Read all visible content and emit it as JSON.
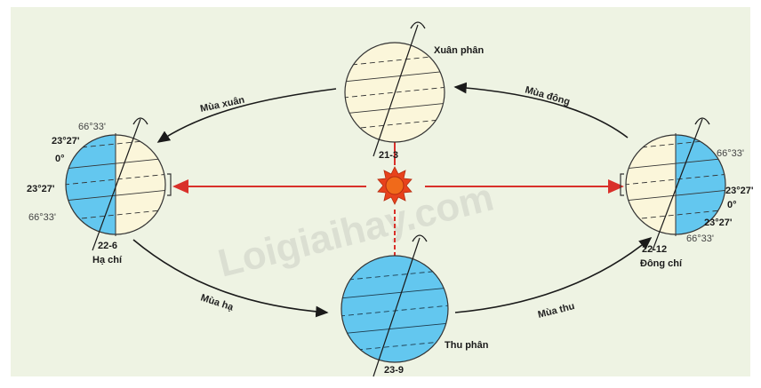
{
  "watermark": "Loigiaihay.com",
  "sun_icon": "sun-icon",
  "equinox_spring": {
    "name": "Xuân phân",
    "date": "21-3"
  },
  "equinox_autumn": {
    "name": "Thu phân",
    "date": "23-9"
  },
  "solstice_summer": {
    "name": "Hạ chí",
    "date": "22-6"
  },
  "solstice_winter": {
    "name": "Đông chí",
    "date": "22-12"
  },
  "seasons": {
    "spring": "Mùa xuân",
    "summer": "Mùa hạ",
    "autumn": "Mùa thu",
    "winter": "Mùa đông"
  },
  "latitudes": {
    "arctic": "66°33'",
    "tropic_n": "23°27'",
    "equator": "0°",
    "tropic_s": "23°27'",
    "antarctic": "66°33'"
  },
  "colors": {
    "background": "#eef3e3",
    "lit_side": "#fbf6da",
    "dark_side": "#63c7ef",
    "sun": "#e8421c",
    "ray": "#d9302a"
  }
}
